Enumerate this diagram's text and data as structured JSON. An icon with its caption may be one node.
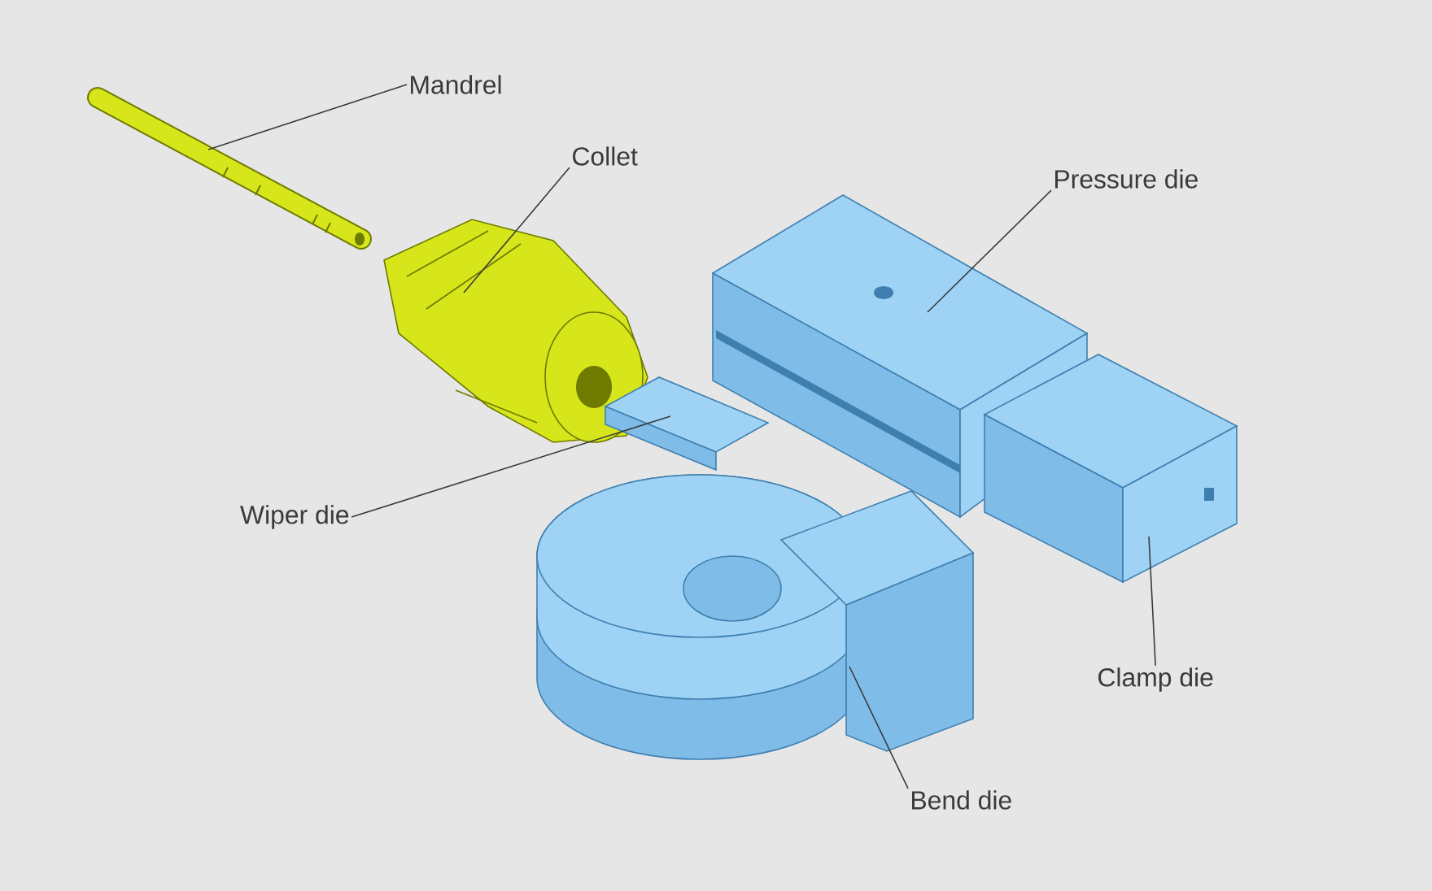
{
  "diagram": {
    "nodes": [
      {
        "text": [
          "Mandrel"
        ]
      },
      {
        "text": [],
        "shape": "picture"
      },
      {
        "text": [
          "Collet"
        ]
      },
      {
        "text": [],
        "shape": "picture"
      },
      {
        "text": [
          "Pressure die"
        ]
      },
      {
        "text": [],
        "shape": "picture"
      },
      {
        "text": [
          "Wiper die"
        ]
      },
      {
        "text": [],
        "shape": "picture"
      },
      {
        "text": [
          "Clamp die"
        ]
      },
      {
        "text": [],
        "shape": "picture"
      },
      {
        "text": [
          "Bend die"
        ]
      },
      {
        "text": [],
        "shape": "picture"
      }
    ],
    "edges": [
      {
        "from": 0,
        "to": 1,
        "arrow": "none"
      },
      {
        "from": 2,
        "to": 3,
        "arrow": "none"
      },
      {
        "from": 4,
        "to": 5,
        "arrow": "none"
      },
      {
        "from": 6,
        "to": 7,
        "arrow": "none"
      },
      {
        "from": 8,
        "to": 9,
        "arrow": "none"
      },
      {
        "from": 10,
        "to": 11,
        "arrow": "none"
      }
    ]
  }
}
